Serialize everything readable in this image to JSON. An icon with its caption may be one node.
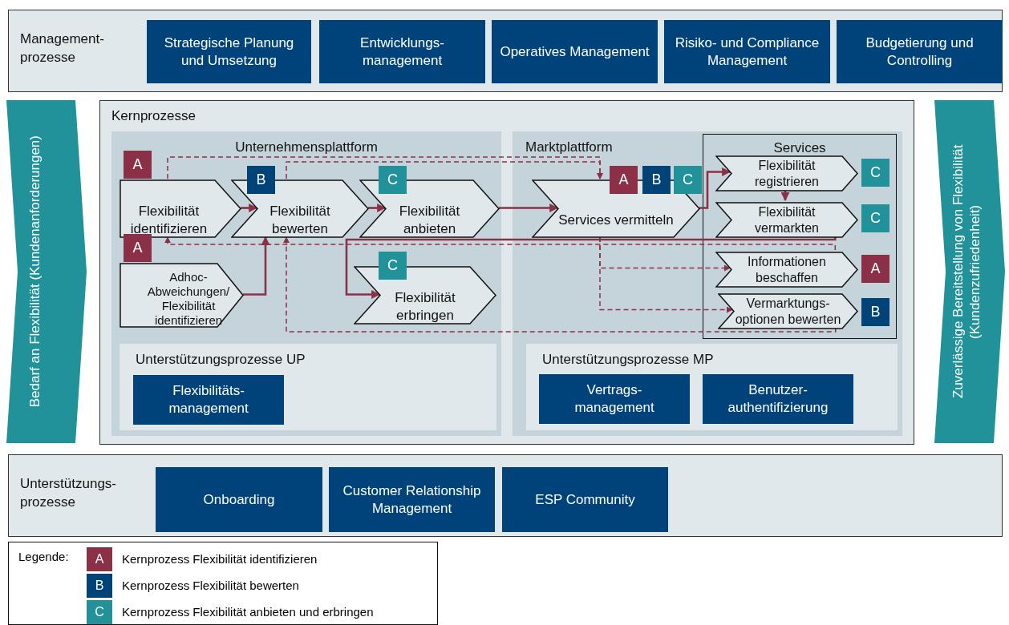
{
  "diagram": {
    "nodes": [
      {
        "text": [
          "Management- prozesse"
        ]
      },
      {
        "text": [
          "Strategische Planung und Umsetzung"
        ],
        "in": 0
      },
      {
        "text": [
          "Entwicklungs- management"
        ],
        "in": 0
      },
      {
        "text": [
          "Operatives Management"
        ],
        "in": 0
      },
      {
        "text": [
          "Risiko- und Compliance Management"
        ],
        "in": 0
      },
      {
        "text": [
          "Budgetierung und Controlling"
        ],
        "in": 0
      },
      {
        "text": [
          "Bedarf an Flexibilität (Kundenanforderungen)"
        ]
      },
      {
        "text": [
          "Kernprozesse"
        ]
      },
      {
        "text": [
          "Unternehmensplattform"
        ],
        "in": 7
      },
      {
        "text": [
          "A"
        ],
        "in": 8
      },
      {
        "text": [
          "Flexibilität identifizieren"
        ],
        "in": 8
      },
      {
        "text": [
          "B"
        ],
        "in": 8
      },
      {
        "text": [
          "Flexibilität bewerten"
        ],
        "in": 8
      },
      {
        "text": [
          "C"
        ],
        "in": 8
      },
      {
        "text": [
          "Flexibilität anbieten"
        ],
        "in": 8
      },
      {
        "text": [
          "A"
        ],
        "in": 8
      },
      {
        "text": [
          "Adhoc- Abweichungen/ Flexibilität identifizieren"
        ],
        "in": 8
      },
      {
        "text": [
          "C"
        ],
        "in": 8
      },
      {
        "text": [
          "Flexibilität erbringen"
        ],
        "in": 8
      },
      {
        "text": [
          "Unterstützungsprozesse UP"
        ],
        "in": 8
      },
      {
        "text": [
          "Flexibilitäts- management"
        ],
        "in": 19
      },
      {
        "text": [
          "Marktplattform"
        ],
        "in": 7
      },
      {
        "text": [
          "A"
        ],
        "in": 21
      },
      {
        "text": [
          "B"
        ],
        "in": 21
      },
      {
        "text": [
          "C"
        ],
        "in": 21
      },
      {
        "text": [
          "Services vermitteln"
        ],
        "in": 21
      },
      {
        "text": [
          "Services"
        ],
        "in": 21
      },
      {
        "text": [
          "Flexibilität registrieren"
        ],
        "in": 26
      },
      {
        "text": [
          "C"
        ],
        "in": 26
      },
      {
        "text": [
          "Flexibilität vermarkten"
        ],
        "in": 26
      },
      {
        "text": [
          "C"
        ],
        "in": 26
      },
      {
        "text": [
          "Informationen beschaffen"
        ],
        "in": 26
      },
      {
        "text": [
          "A"
        ],
        "in": 26
      },
      {
        "text": [
          "Vermarktungs- optionen bewerten"
        ],
        "in": 26
      },
      {
        "text": [
          "B"
        ],
        "in": 26
      },
      {
        "text": [
          "Unterstützungsprozesse MP"
        ],
        "in": 21
      },
      {
        "text": [
          "Vertrags- management"
        ],
        "in": 35
      },
      {
        "text": [
          "Benutzer- authentifizierung"
        ],
        "in": 35
      },
      {
        "text": [
          "Zuverlässige Bereitstellung von Flexibilität (Kundenzufriedenheit)"
        ]
      },
      {
        "text": [
          "Unterstützungs- prozesse"
        ]
      },
      {
        "text": [
          "Onboarding"
        ],
        "in": 39
      },
      {
        "text": [
          "Customer Relationship Management"
        ],
        "in": 39
      },
      {
        "text": [
          "ESP Community"
        ],
        "in": 39
      }
    ],
    "edges": [
      {
        "from": 10,
        "to": 12,
        "arrow": "to"
      },
      {
        "from": 12,
        "to": 14,
        "arrow": "to"
      },
      {
        "from": 14,
        "to": 25,
        "arrow": "to"
      },
      {
        "from": 16,
        "to": 12,
        "arrow": "to"
      },
      {
        "from": 25,
        "to": 27,
        "arrow": "to"
      },
      {
        "from": 27,
        "to": 29,
        "arrow": "to"
      },
      {
        "from": 29,
        "to": 18,
        "arrow": "to"
      },
      {
        "from": 10,
        "to": 25,
        "arrow": "to",
        "style": "dashed"
      },
      {
        "from": 12,
        "to": 25,
        "arrow": "to",
        "style": "dashed"
      },
      {
        "from": 25,
        "to": 31,
        "arrow": "to",
        "style": "dashed"
      },
      {
        "from": 25,
        "to": 33,
        "arrow": "to",
        "style": "dashed"
      },
      {
        "from": 31,
        "to": 10,
        "arrow": "to",
        "style": "dashed"
      },
      {
        "from": 33,
        "to": 12,
        "arrow": "to",
        "style": "dashed"
      }
    ],
    "labels": [
      "Legende:",
      "A",
      "B",
      "C"
    ],
    "legend": [
      {
        "text": "Kernprozess Flexibilität identifizieren",
        "color": "#8b3047"
      },
      {
        "text": "Kernprozess Flexibilität bewerten",
        "color": "#004379"
      },
      {
        "text": "Kernprozess Flexibilität anbieten und erbringen",
        "color": "#21919a"
      }
    ]
  }
}
